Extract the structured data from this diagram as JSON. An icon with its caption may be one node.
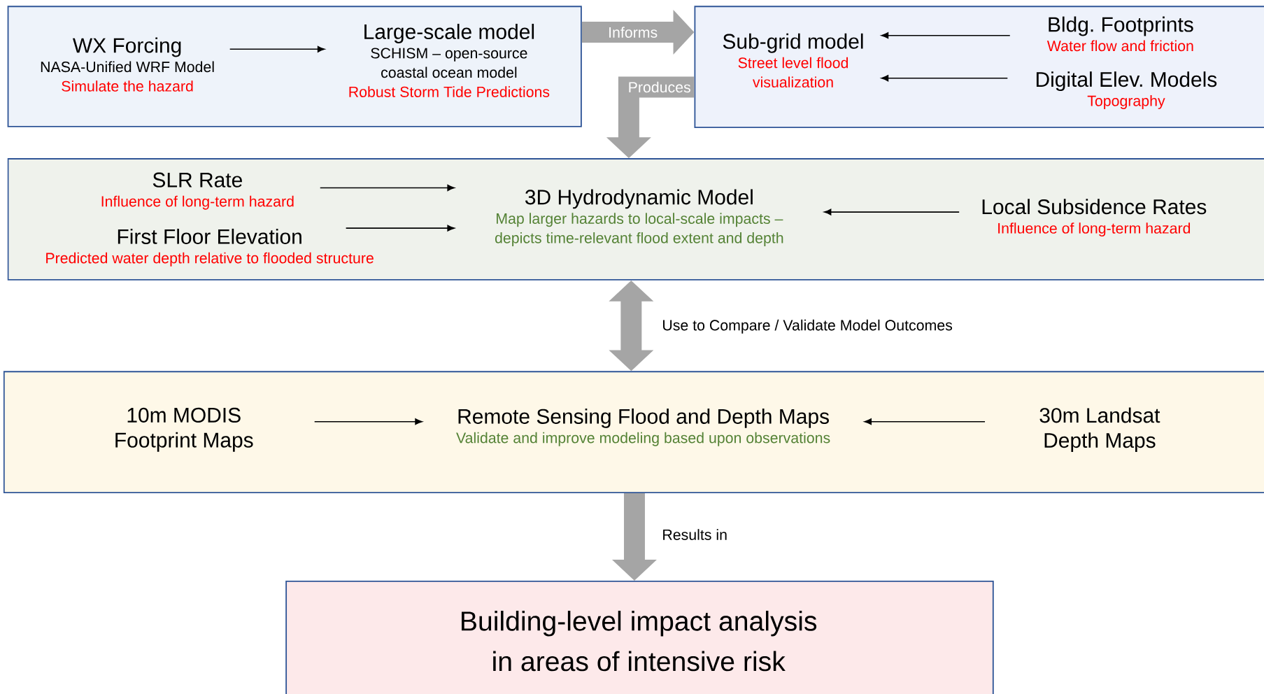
{
  "diagram": {
    "nodes": [
      {
        "text": [],
        "shape": "box"
      },
      {
        "text": [
          "WX Forcing",
          "NASA-Unified WRF Model",
          "Simulate the hazard"
        ],
        "in": 0
      },
      {
        "text": [
          "Large-scale model",
          "SCHISM – open-source coastal ocean model",
          "Robust Storm Tide Predictions"
        ],
        "in": 0
      },
      {
        "text": [],
        "shape": "box"
      },
      {
        "text": [
          "Sub-grid model",
          "Street level flood visualization"
        ],
        "in": 3
      },
      {
        "text": [
          "Bldg. Footprints",
          "Water flow and friction"
        ],
        "in": 3
      },
      {
        "text": [
          "Digital Elev. Models",
          "Topography"
        ],
        "in": 3
      },
      {
        "text": [],
        "shape": "box"
      },
      {
        "text": [
          "SLR Rate",
          "Influence of long-term hazard"
        ],
        "in": 7
      },
      {
        "text": [
          "First Floor Elevation",
          "Predicted water depth relative to flooded structure"
        ],
        "in": 7
      },
      {
        "text": [
          "3D Hydrodynamic Model",
          "Map larger hazards to local-scale impacts – depicts time-relevant flood extent and depth"
        ],
        "in": 7
      },
      {
        "text": [
          "Local Subsidence Rates",
          "Influence of long-term hazard"
        ],
        "in": 7
      },
      {
        "text": [],
        "shape": "box"
      },
      {
        "text": [
          "10m MODIS Footprint Maps"
        ],
        "in": 12
      },
      {
        "text": [
          "Remote Sensing Flood and Depth Maps",
          "Validate and improve modeling based upon observations"
        ],
        "in": 12
      },
      {
        "text": [
          "30m Landsat Depth Maps"
        ],
        "in": 12
      },
      {
        "text": [
          "Building-level impact analysis in areas of intensive risk"
        ]
      }
    ],
    "edges": [
      {
        "from": 1,
        "to": 2,
        "arrow": "to"
      },
      {
        "from": 0,
        "to": 3,
        "arrow": "to",
        "label": "Informs",
        "style": "thick",
        "color": "#a5a5a5"
      },
      {
        "from": 5,
        "to": 4,
        "arrow": "to"
      },
      {
        "from": 6,
        "to": 4,
        "arrow": "to"
      },
      {
        "from": 3,
        "to": 7,
        "arrow": "to",
        "label": "Produces",
        "style": "thick",
        "color": "#a5a5a5"
      },
      {
        "from": 8,
        "to": 10,
        "arrow": "to"
      },
      {
        "from": 9,
        "to": 10,
        "arrow": "to"
      },
      {
        "from": 11,
        "to": 10,
        "arrow": "to"
      },
      {
        "from": 7,
        "to": 12,
        "arrow": "both",
        "label": "Use to Compare / Validate Model Outcomes",
        "style": "thick",
        "color": "#a5a5a5"
      },
      {
        "from": 13,
        "to": 14,
        "arrow": "to"
      },
      {
        "from": 15,
        "to": 14,
        "arrow": "to"
      },
      {
        "from": 12,
        "to": 16,
        "arrow": "to",
        "label": "Results in",
        "style": "thick",
        "color": "#a5a5a5"
      }
    ]
  }
}
